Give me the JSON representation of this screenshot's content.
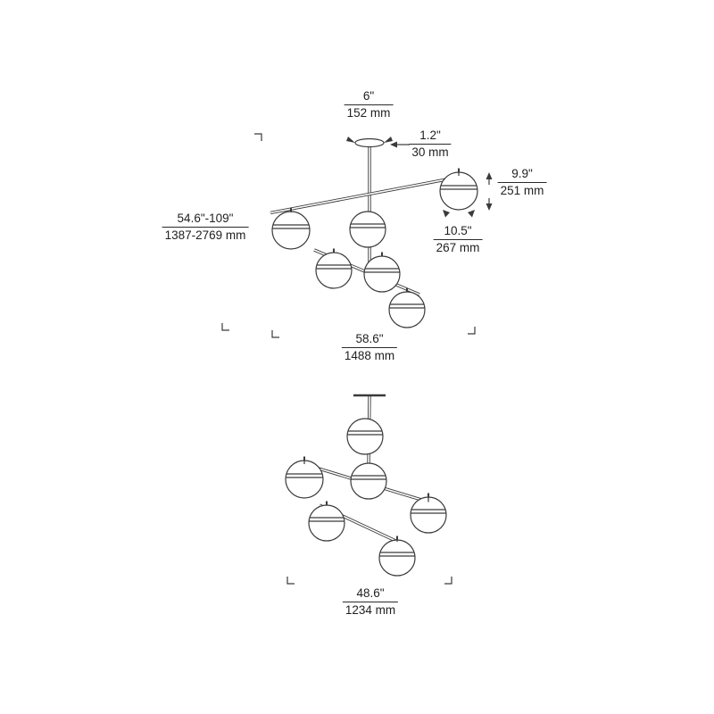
{
  "colors": {
    "line": "#3a3a3a",
    "text": "#1f1f1f",
    "background": "#ffffff"
  },
  "top_view": {
    "dimensions": {
      "canopy_width": {
        "inches": "6\"",
        "metric": "152 mm"
      },
      "stem_width": {
        "inches": "1.2\"",
        "metric": "30 mm"
      },
      "shade_height": {
        "inches": "9.9\"",
        "metric": "251 mm"
      },
      "shade_width": {
        "inches": "10.5\"",
        "metric": "267 mm"
      },
      "overall_height": {
        "inches": "54.6\"-109\"",
        "metric": "1387-2769 mm"
      },
      "overall_width": {
        "inches": "58.6\"",
        "metric": "1488 mm"
      }
    }
  },
  "bottom_view": {
    "dimensions": {
      "overall_width": {
        "inches": "48.6\"",
        "metric": "1234 mm"
      }
    }
  }
}
